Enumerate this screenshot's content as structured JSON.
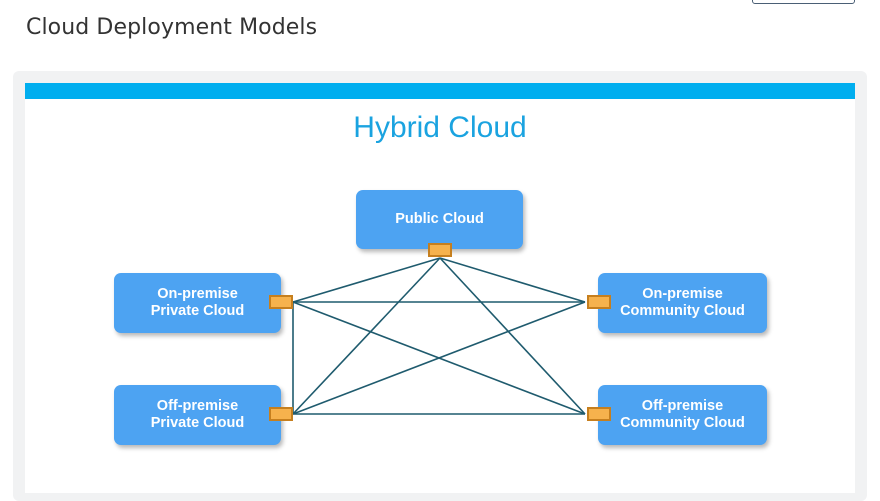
{
  "page": {
    "title": "Cloud Deployment Models"
  },
  "diagram": {
    "title": "Hybrid Cloud",
    "colors": {
      "accent_bar": "#00aeef",
      "node": "#4da3f2",
      "connector": "#f6b24d",
      "link": "#1f5b6e"
    },
    "nodes": {
      "public": "Public Cloud",
      "onprem_private": "On-premise\nPrivate Cloud",
      "offprem_private": "Off-premise\nPrivate Cloud",
      "onprem_community": "On-premise\nCommunity Cloud",
      "offprem_community": "Off-premise\nCommunity Cloud"
    }
  }
}
